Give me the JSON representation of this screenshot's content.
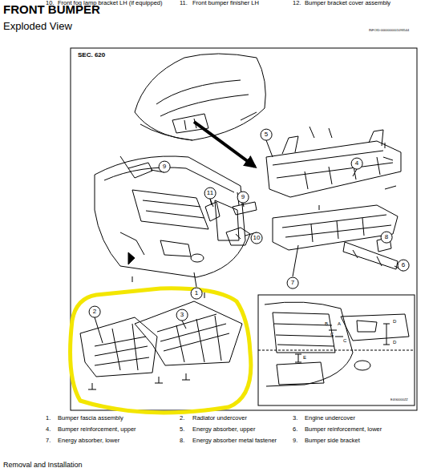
{
  "diagram": {
    "title": "FRONT BUMPER",
    "labels": [
      "Exploded View",
      "INFOID:0000000001093544",
      "SEC. 620",
      "9",
      "5",
      "4",
      "11",
      "9",
      "10",
      "8",
      "6",
      "7",
      "1",
      "2",
      "3",
      "B",
      "A",
      "C",
      "C",
      "D",
      "D",
      "E",
      "E4G0000ZZ",
      "1.",
      "Bumper fascia assembly",
      "2.",
      "Radiator undercover",
      "3.",
      "Engine undercover",
      "4.",
      "Bumper reinforcement, upper",
      "5.",
      "Energy absorber, upper",
      "6.",
      "Bumper reinforcement, lower",
      "7.",
      "Energy absorber, lower",
      "8.",
      "Energy absorber metal fastener",
      "9.",
      "Bumper side bracket",
      "10.",
      "Front fog lamp bracket LH (if equipped)",
      "11.",
      "Front bumper finisher LH",
      "12.",
      "Bumper bracket cover assembly",
      "Removal and Installation"
    ]
  }
}
